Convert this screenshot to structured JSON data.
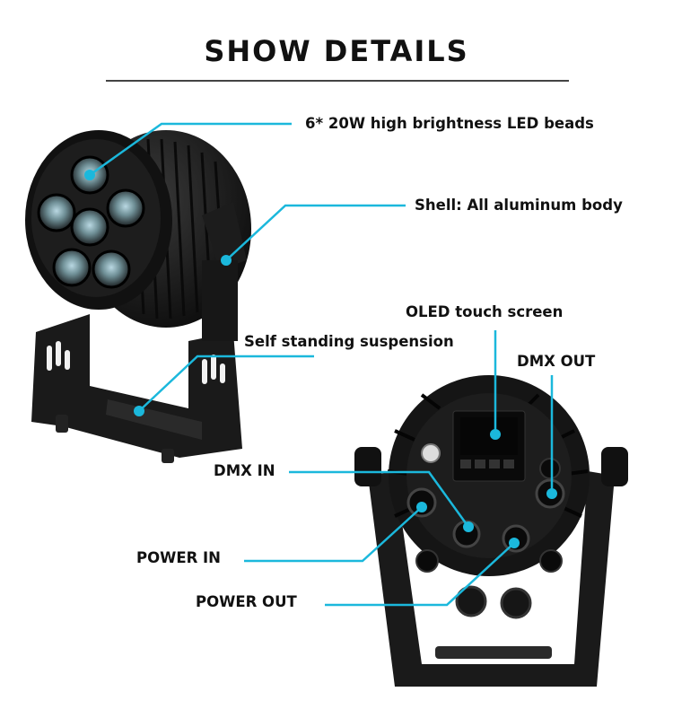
{
  "title": "SHOW DETAILS",
  "callouts": {
    "led_beads": "6* 20W high brightness LED beads",
    "shell": "Shell: All aluminum body",
    "suspension": "Self standing suspension",
    "oled": "OLED touch screen",
    "dmx_out": "DMX OUT",
    "dmx_in": "DMX IN",
    "power_in": "POWER IN",
    "power_out": "POWER OUT"
  },
  "accent_color": "#1bb8dc"
}
